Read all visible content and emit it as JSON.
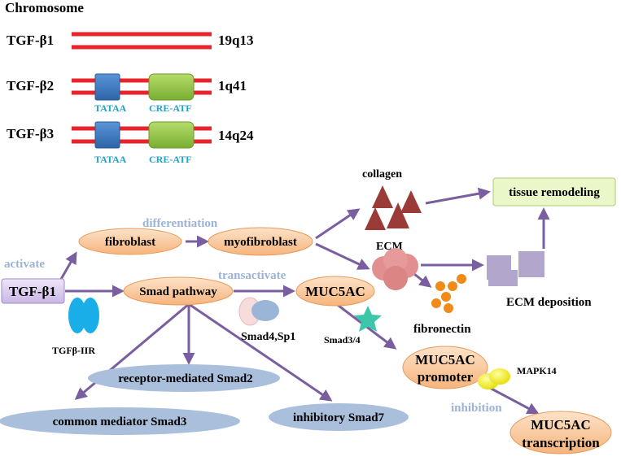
{
  "chromosome": {
    "heading": "Chromosome",
    "genes": [
      {
        "name": "TGF-β1",
        "locus": "19q13"
      },
      {
        "name": "TGF-β2",
        "locus": "1q41"
      },
      {
        "name": "TGF-β3",
        "locus": "14q24"
      }
    ],
    "elements": {
      "tataa": "TATAA",
      "cre": "CRE-ATF"
    }
  },
  "pathway": {
    "tgf": "TGF-β1",
    "receptor": "TGFβ-IIR",
    "fibroblast": "fibroblast",
    "myofibroblast": "myofibroblast",
    "smad_pathway": "Smad pathway",
    "muc5ac": "MUC5AC",
    "smad4_sp1": "Smad4,Sp1",
    "smad34": "Smad3/4",
    "promoter_line1": "MUC5AC",
    "promoter_line2": "promoter",
    "mapk": "MAPK14",
    "transcription_line1": "MUC5AC",
    "transcription_line2": "transcription",
    "collagen": "collagen",
    "ecm": "ECM",
    "fibronectin": "fibronectin",
    "ecm_deposition": "ECM deposition",
    "tissue_remodeling": "tissue remodeling",
    "receptor_smad2": "receptor-mediated Smad2",
    "common_smad3": "common mediator Smad3",
    "inhibitory_smad7": "inhibitory Smad7"
  },
  "verbs": {
    "activate": "activate",
    "differentiation": "differentiation",
    "transactivate": "transactivate",
    "inhibition": "inhibition"
  },
  "colors": {
    "chromosome_line": "#e8232a",
    "tataa_box": "#3a78c2",
    "cre_box": "#8fc044",
    "node_fill": "#f9c79a",
    "tgf_box": "#d4c4ea",
    "arrow": "#7a5fa0",
    "collagen": "#9a3b38",
    "ecm_ball": "#e28f8f",
    "fibronectin": "#f08a1a",
    "deposition": "#b3a6cc",
    "remodeling_box": "#e9f7c9",
    "smad_ellipse": "#a9bfdc",
    "receptor": "#1aaee8",
    "star": "#3cc7a8",
    "mapk": "#f3ee1c",
    "verb_text": "#9cb3d6"
  }
}
